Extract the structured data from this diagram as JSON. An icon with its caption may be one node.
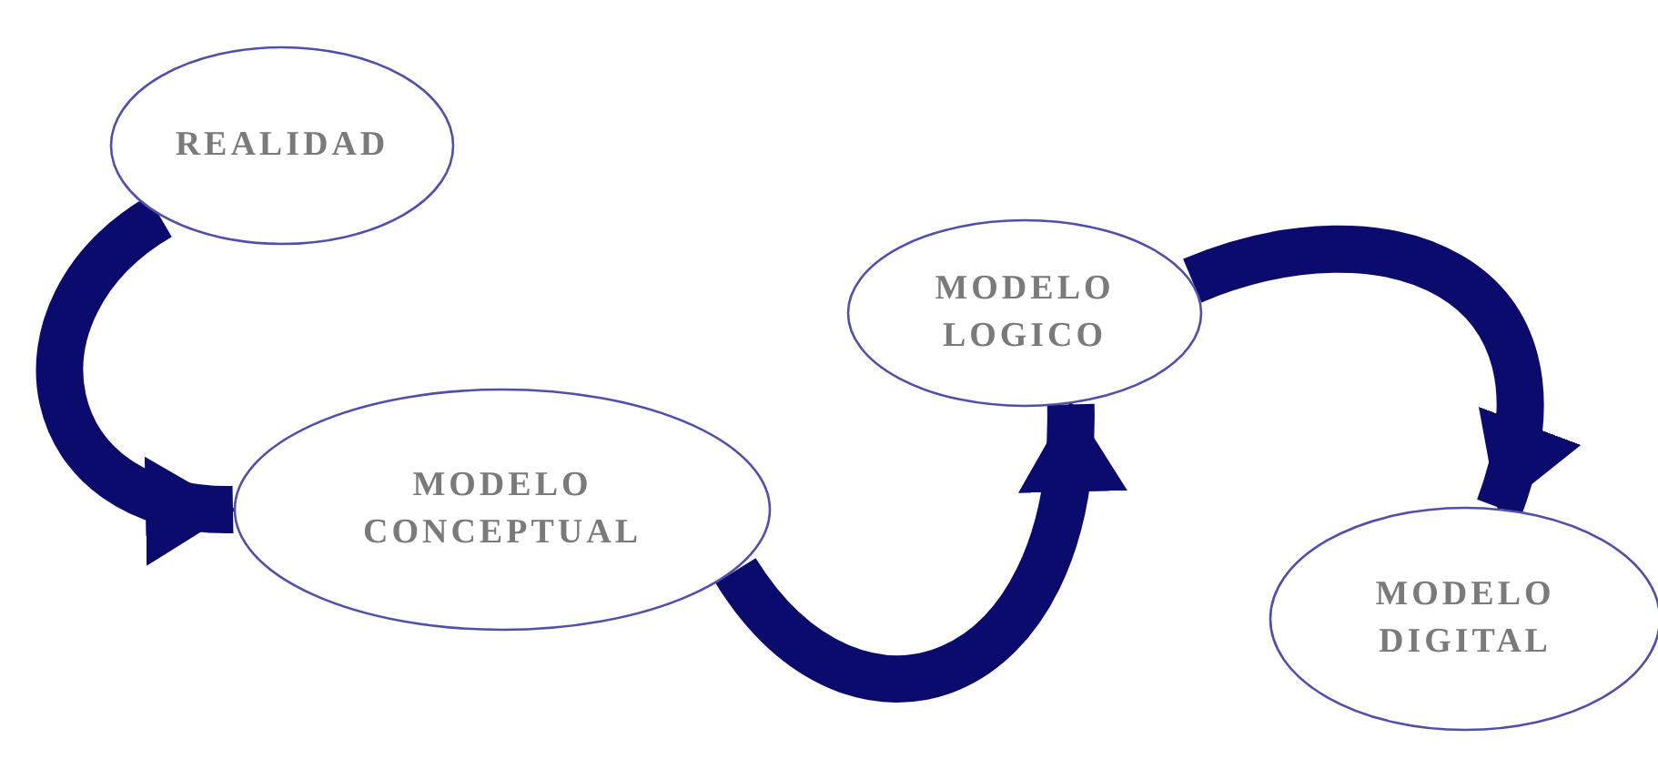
{
  "diagram": {
    "nodes": [
      {
        "text": [
          "REALIDAD"
        ]
      },
      {
        "text": [
          "MODELO CONCEPTUAL"
        ]
      },
      {
        "text": [
          "MODELO LOGICO"
        ]
      },
      {
        "text": [
          "MODELO DIGITAL"
        ]
      }
    ],
    "edges": [
      {
        "from": 0,
        "to": 1,
        "arrow": "to"
      },
      {
        "from": 1,
        "to": 2,
        "arrow": "to"
      },
      {
        "from": 2,
        "to": 3,
        "arrow": "to"
      }
    ]
  }
}
